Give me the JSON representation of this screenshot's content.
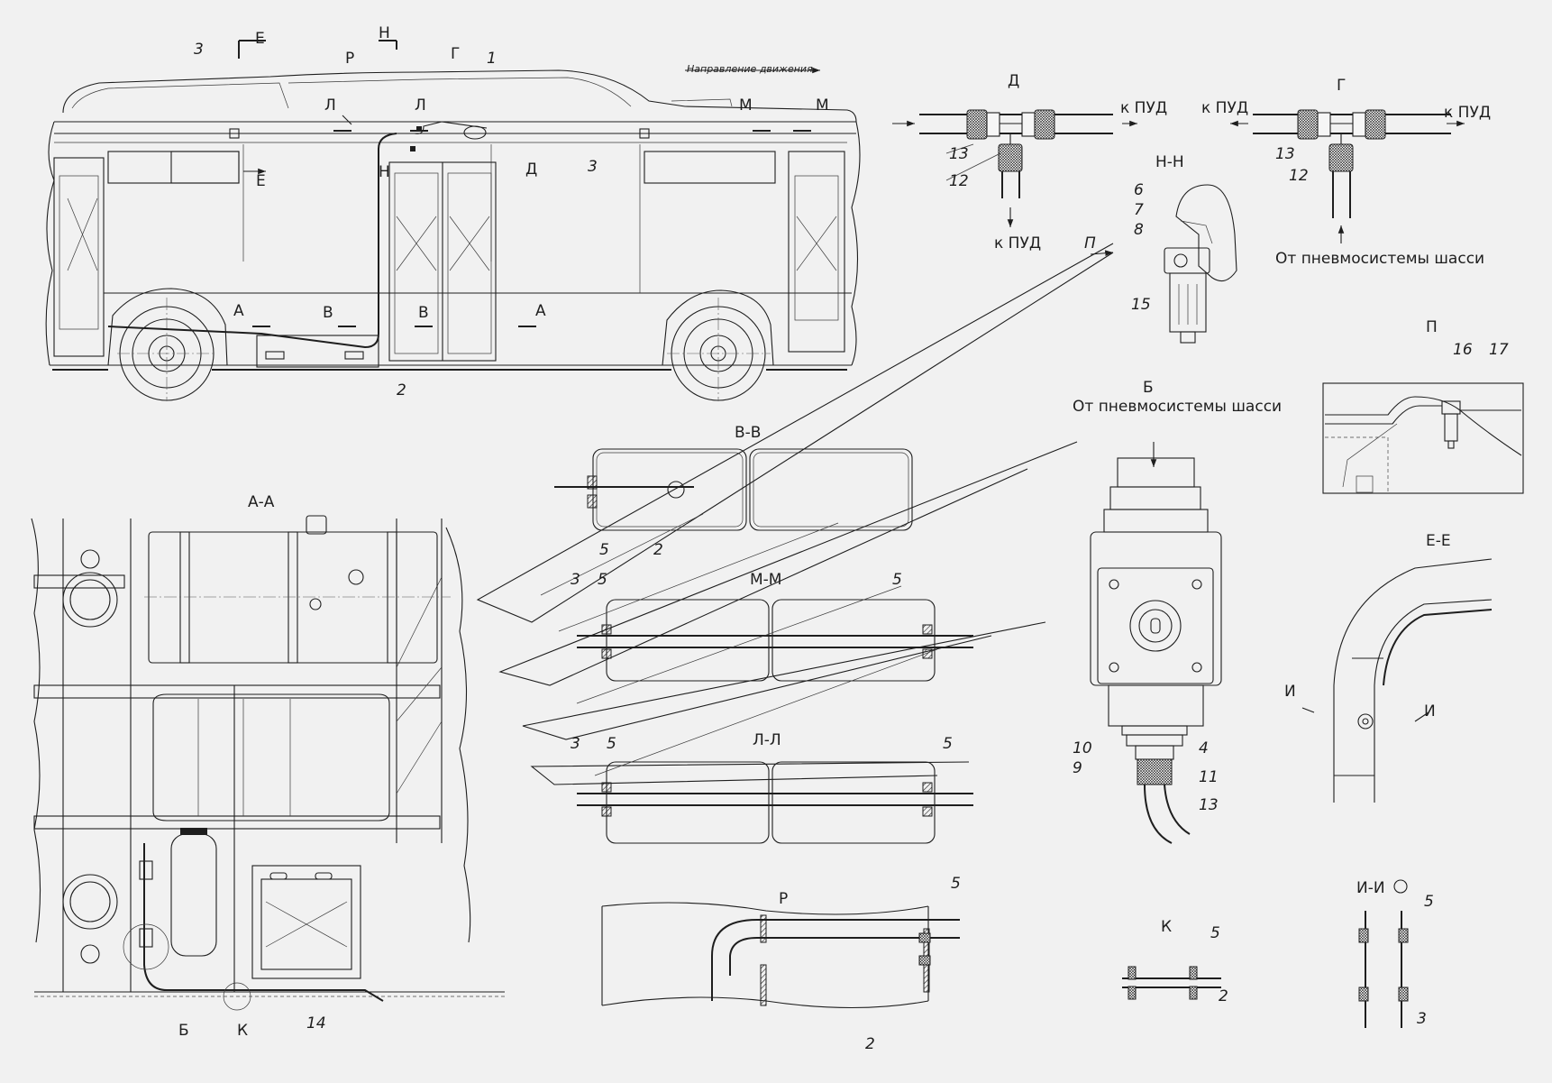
{
  "bus": {
    "e_top": "Е",
    "n_top": "Н",
    "p": "Р",
    "g": "Г",
    "c1": "1",
    "c2": "2",
    "c3": "3",
    "direction": "Направление движения",
    "l": "Л",
    "m": "М",
    "d": "Д",
    "a": "А",
    "v": "В"
  },
  "detail_d": {
    "title": "Д",
    "to_pud": "к ПУД",
    "c13": "13",
    "c12": "12"
  },
  "detail_g": {
    "title": "Г",
    "to_pud": "к ПУД",
    "from_chassis": "От пневмосистемы шасси",
    "c13": "13",
    "c12": "12"
  },
  "detail_nn": {
    "title": "Н-Н",
    "c6": "6",
    "c7": "7",
    "c8": "8",
    "c15": "15",
    "view_p": "П"
  },
  "detail_p": {
    "title": "П",
    "c16": "16",
    "c17": "17"
  },
  "detail_b": {
    "title": "Б",
    "from_chassis": "От пневмосистемы шасси",
    "c10": "10",
    "c9": "9",
    "c4": "4",
    "c11": "11",
    "c13": "13"
  },
  "detail_ee": {
    "title": "Е-Е",
    "i": "И"
  },
  "section_aa": {
    "title": "А-А",
    "b": "Б",
    "k": "К",
    "c14": "14"
  },
  "section_vv": {
    "title": "В-В",
    "c5": "5",
    "c2": "2"
  },
  "section_mm": {
    "title": "М-М",
    "c3": "3",
    "c5": "5"
  },
  "section_ll": {
    "title": "Л-Л",
    "c3": "3",
    "c5": "5"
  },
  "detail_r": {
    "title": "Р",
    "c5": "5",
    "c2": "2"
  },
  "detail_k": {
    "title": "К",
    "c5": "5",
    "c2": "2"
  },
  "detail_ii": {
    "title": "И-И",
    "c5": "5",
    "c3": "3"
  }
}
